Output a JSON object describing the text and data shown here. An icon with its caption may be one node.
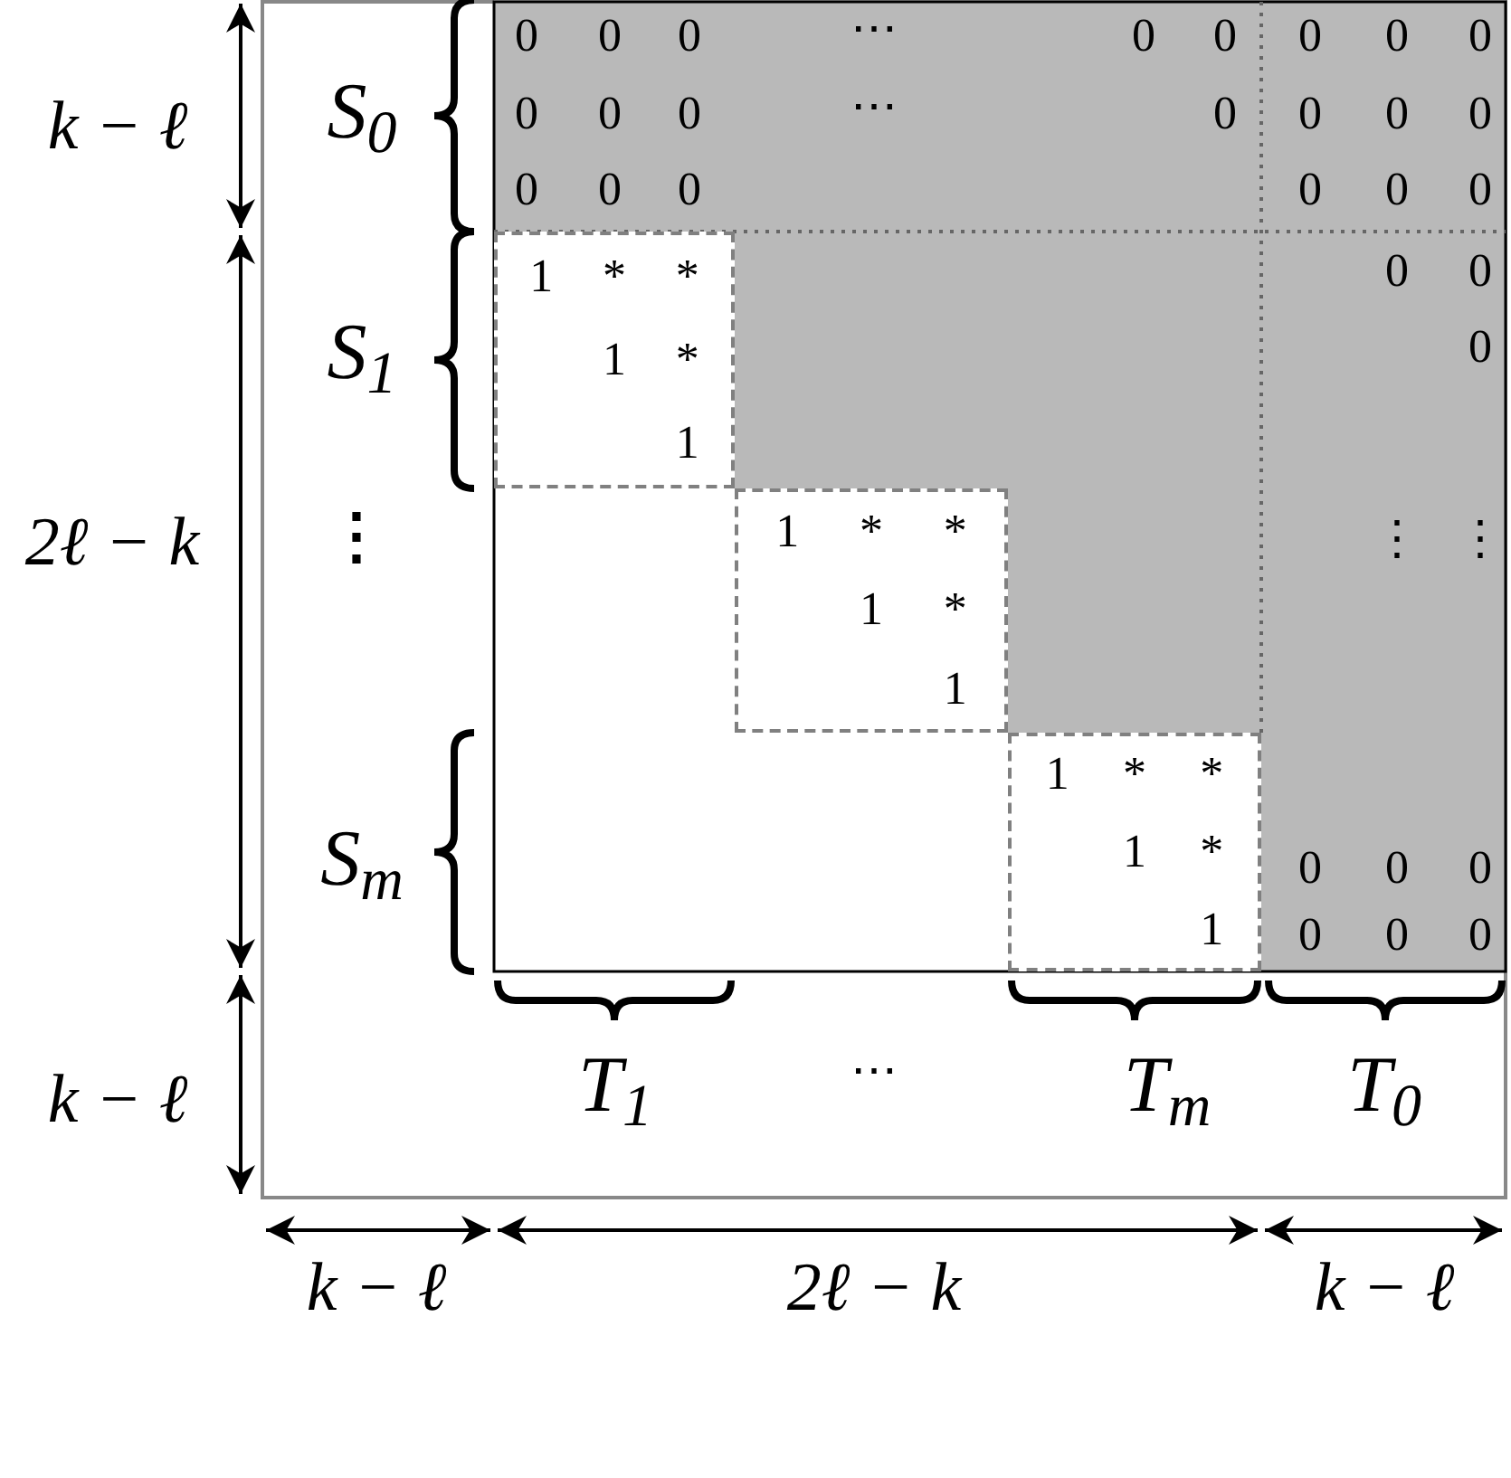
{
  "diagram": {
    "nodes": [
      {
        "text": [
          "1",
          "*",
          "*",
          "1",
          "*",
          "1"
        ]
      },
      {
        "text": [
          "1",
          "*",
          "*",
          "1",
          "*",
          "1"
        ]
      },
      {
        "text": [
          "1",
          "*",
          "*",
          "1",
          "*",
          "1"
        ]
      }
    ],
    "edges": [],
    "labels": [
      "k − ℓ",
      "S$_{0}$",
      "0",
      "0",
      "0",
      "⋯",
      "0",
      "0",
      "0",
      "0",
      "0",
      "0",
      "0",
      "0",
      "⋯",
      "0",
      "0",
      "0",
      "0",
      "0",
      "0",
      "0",
      "0",
      "0",
      "0",
      "S$_{1}$",
      "0",
      "0",
      "0",
      "2ℓ − k",
      "⋮",
      "⋮",
      "⋮",
      "S$_{m}$",
      "0",
      "0",
      "0",
      "0",
      "0",
      "0",
      "k − ℓ",
      "T$_{1}$",
      "⋯",
      "T$_{m}$",
      "T$_{0}$",
      "k − ℓ",
      "2ℓ − k",
      "k − ℓ"
    ]
  }
}
